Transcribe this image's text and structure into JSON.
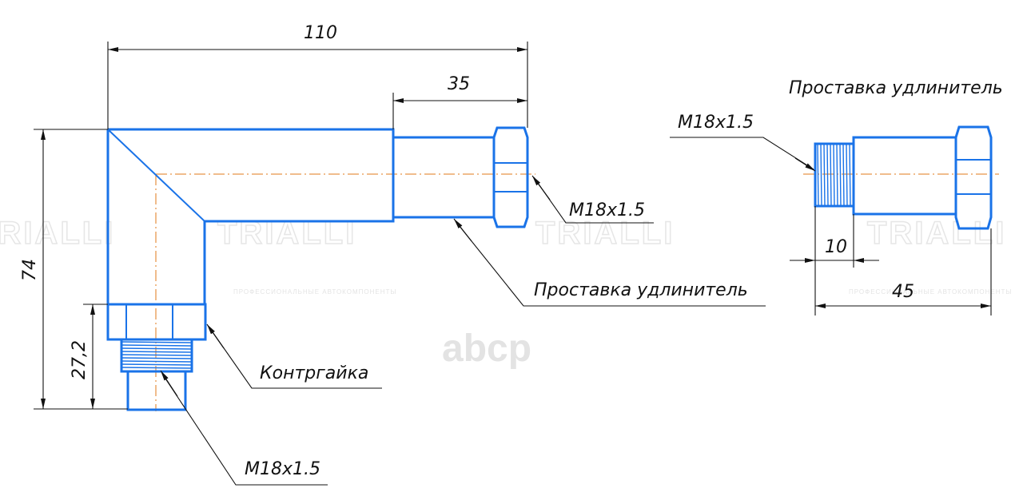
{
  "dimensions": {
    "total_length": "110",
    "nut_section_length": "35",
    "total_height": "74",
    "lower_height": "27,2",
    "extension_thread_length": "10",
    "extension_length": "45"
  },
  "callouts": {
    "thread_right": "M18x1.5",
    "thread_bottom": "M18x1.5",
    "thread_extension": "M18x1.5",
    "extension_label_left": "Проставка удлинитель",
    "extension_title_right": "Проставка удлинитель",
    "locknut": "Контргайка"
  },
  "watermarks": {
    "brand": "TRIALLI",
    "tagline": "ПРОФЕССИОНАЛЬНЫЕ АВТОКОМПОНЕНТЫ",
    "site": "abcp"
  },
  "colors": {
    "part_outline": "#1a73e8",
    "axis_line": "#e07a1a",
    "dimension_line": "#111111"
  }
}
